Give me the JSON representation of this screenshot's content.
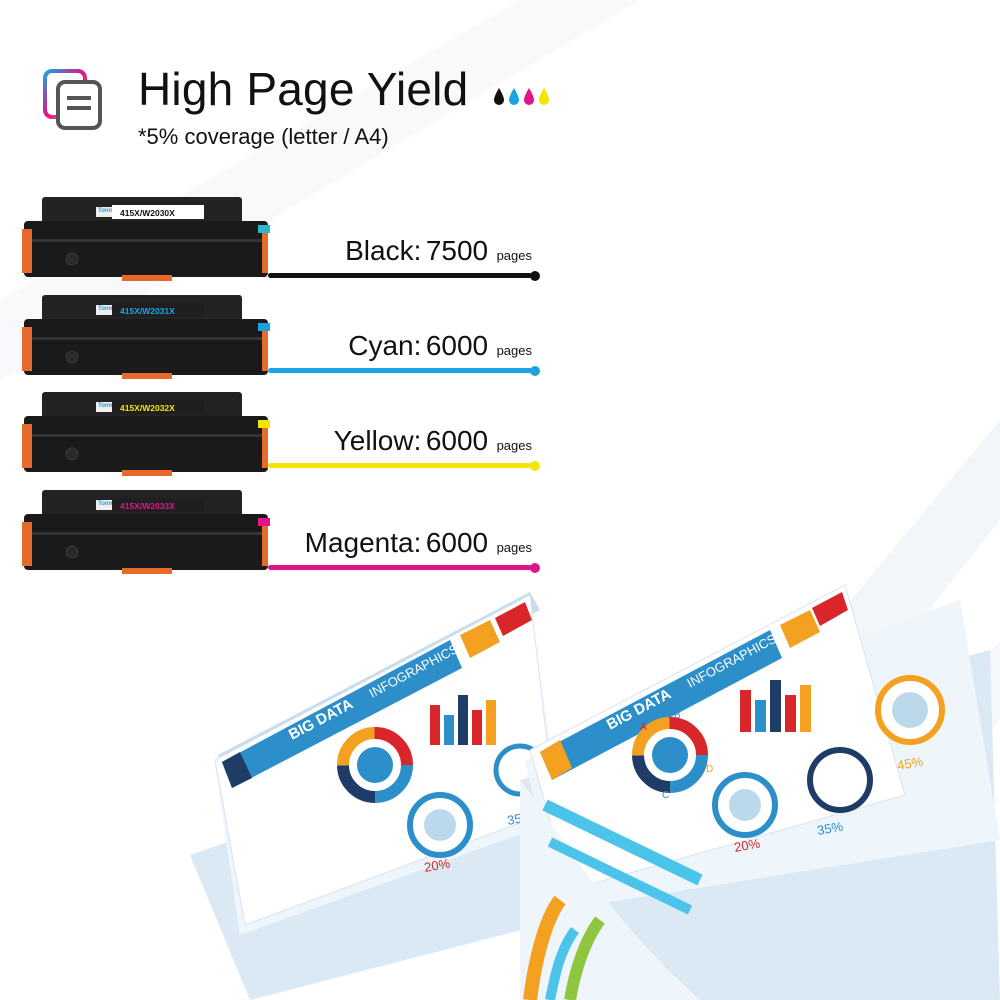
{
  "header": {
    "title": "High Page Yield",
    "subtitle": "*5% coverage (letter / A4)"
  },
  "cartridges": [
    {
      "label": "415X/W2030X",
      "badge": "Tonn",
      "color": "#111111",
      "name": "Black:",
      "value": "7500",
      "unit": "pages"
    },
    {
      "label": "415X/W2031X",
      "badge": "Tonn",
      "color": "#1aa3e0",
      "name": "Cyan:",
      "value": "6000",
      "unit": "pages"
    },
    {
      "label": "415X/W2032X",
      "badge": "Tonn",
      "color": "#f2e600",
      "name": "Yellow:",
      "value": "6000",
      "unit": "pages"
    },
    {
      "label": "415X/W2033X",
      "badge": "Tonn",
      "color": "#e0138a",
      "name": "Magenta:",
      "value": "6000",
      "unit": "pages"
    }
  ],
  "papers": {
    "banner_left": "BIG DATA",
    "banner_right": "INFOGRAPHICS",
    "percent_a": "20%",
    "percent_b": "35%",
    "percent_c": "45%",
    "donut_letters": [
      "A",
      "B",
      "C",
      "D"
    ]
  },
  "colors": {
    "accent_blue": "#2c8fc9",
    "accent_orange": "#f4a020",
    "accent_red": "#d9262b",
    "accent_navy": "#1f3c66"
  }
}
